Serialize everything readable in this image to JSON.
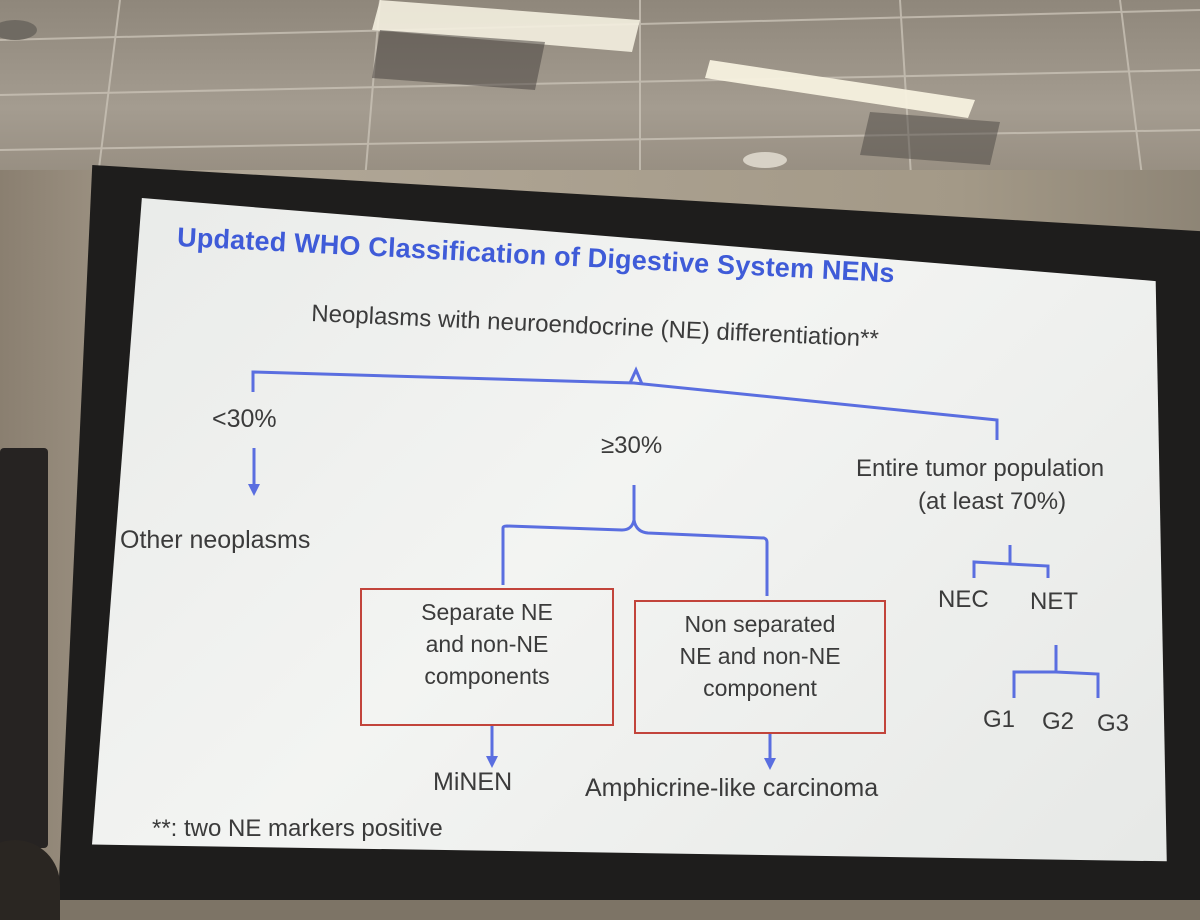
{
  "slide": {
    "title": "Updated WHO Classification of Digestive System NENs",
    "root": "Neoplasms with neuroendocrine (NE) differentiation**",
    "branch_lt30": "<30%",
    "branch_ge30": "≥30%",
    "branch_entire_line1": "Entire tumor population",
    "branch_entire_line2": "(at least 70%)",
    "other_neoplasms": "Other neoplasms",
    "box_separate": "Separate NE\nand non-NE\ncomponents",
    "box_nonseparated": "Non separated\nNE and non-NE\ncomponent",
    "minen": "MiNEN",
    "amphicrine": "Amphicrine-like carcinoma",
    "nec": "NEC",
    "net": "NET",
    "g1": "G1",
    "g2": "G2",
    "g3": "G3",
    "footnote": "**: two NE markers positive"
  },
  "colors": {
    "title": "#3f5bd8",
    "connector": "#5a6ee0",
    "box_border": "#c2443b",
    "text": "#3b3b3b"
  }
}
